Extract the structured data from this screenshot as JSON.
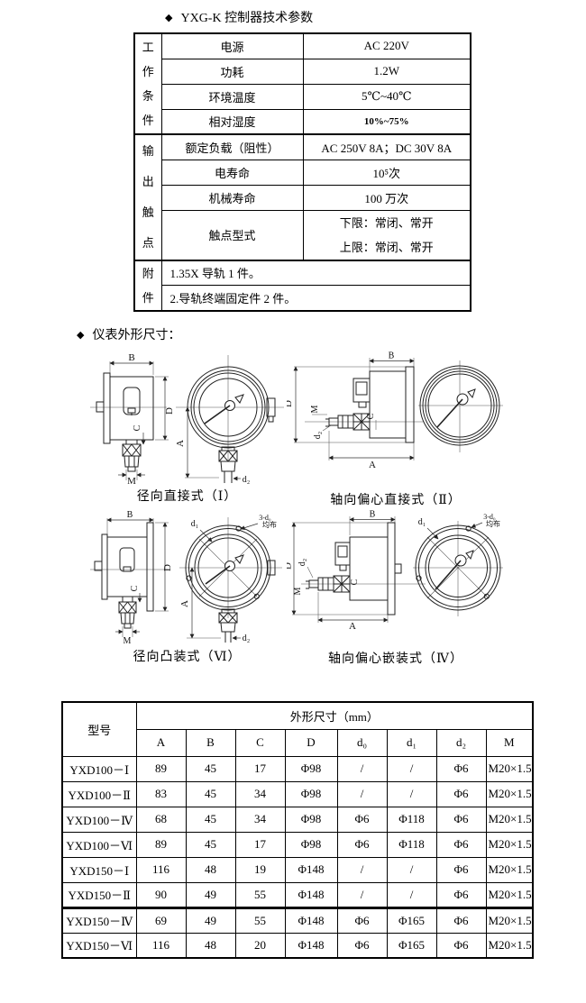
{
  "page": {
    "background": "#ffffff",
    "text_color": "#000000",
    "border_color": "#000000"
  },
  "headings": {
    "bullet": "◆",
    "controller_title": "YXG-K 控制器技术参数",
    "dims_bullet": "◆",
    "dims_title": "仪表外形尺寸："
  },
  "spec_table": {
    "groups": [
      {
        "label": "工作条件"
      },
      {
        "label": "输出触点"
      },
      {
        "label": "附件"
      }
    ],
    "rows": [
      {
        "label": "电源",
        "value": "AC 220V"
      },
      {
        "label": "功耗",
        "value": "1.2W"
      },
      {
        "label": "环境温度",
        "value": "5℃~40℃"
      },
      {
        "label": "相对湿度",
        "value": "10%~75%"
      },
      {
        "label": "额定负载（阻性）",
        "value": "AC 250V 8A；DC 30V 8A"
      },
      {
        "label": "电寿命",
        "value": "10⁵次"
      },
      {
        "label": "机械寿命",
        "value": "100 万次"
      },
      {
        "label": "触点型式",
        "value_line1": "下限：常闭、常开",
        "value_line2": "上限：常闭、常开"
      }
    ],
    "accessories": [
      "1.35X 导轨 1 件。",
      "2.导轨终端固定件 2 件。"
    ]
  },
  "drawings": [
    {
      "caption": "径向直接式（Ⅰ）",
      "labels": {
        "B": "B",
        "D": "D",
        "C": "C",
        "A": "A",
        "M": "M",
        "d2": "d₂"
      }
    },
    {
      "caption": "轴向偏心直接式（Ⅱ）",
      "labels": {
        "B": "B",
        "D": "D",
        "C": "C",
        "A": "A",
        "M": "M",
        "d2": "d₂"
      }
    },
    {
      "caption": "径向凸装式（Ⅵ）",
      "labels": {
        "B": "B",
        "D": "D",
        "C": "C",
        "A": "A",
        "M": "M",
        "d2": "d₂",
        "d1": "d₁",
        "d0_note": "3-d₀",
        "d0_note2": "均布"
      }
    },
    {
      "caption": "轴向偏心嵌装式（Ⅳ）",
      "labels": {
        "B": "B",
        "D": "D",
        "C": "C",
        "A": "A",
        "M": "M",
        "d2": "d₂",
        "d1": "d₁",
        "d0_note": "3-d₀",
        "d0_note2": "均布"
      }
    }
  ],
  "dims_table": {
    "model_header": "型号",
    "group_header": "外形尺寸（mm）",
    "columns": [
      "A",
      "B",
      "C",
      "D",
      "d₀",
      "d₁",
      "d₂",
      "M"
    ],
    "rows": [
      {
        "model": "YXD100－Ⅰ",
        "values": [
          "89",
          "45",
          "17",
          "Φ98",
          "/",
          "/",
          "Φ6",
          "M20×1.5"
        ]
      },
      {
        "model": "YXD100－Ⅱ",
        "values": [
          "83",
          "45",
          "34",
          "Φ98",
          "/",
          "/",
          "Φ6",
          "M20×1.5"
        ]
      },
      {
        "model": "YXD100－Ⅳ",
        "values": [
          "68",
          "45",
          "34",
          "Φ98",
          "Φ6",
          "Φ118",
          "Φ6",
          "M20×1.5"
        ]
      },
      {
        "model": "YXD100－Ⅵ",
        "values": [
          "89",
          "45",
          "17",
          "Φ98",
          "Φ6",
          "Φ118",
          "Φ6",
          "M20×1.5"
        ]
      },
      {
        "model": "YXD150－Ⅰ",
        "values": [
          "116",
          "48",
          "19",
          "Φ148",
          "/",
          "/",
          "Φ6",
          "M20×1.5"
        ]
      },
      {
        "model": "YXD150－Ⅱ",
        "values": [
          "90",
          "49",
          "55",
          "Φ148",
          "/",
          "/",
          "Φ6",
          "M20×1.5"
        ]
      },
      {
        "model": "YXD150－Ⅳ",
        "values": [
          "69",
          "49",
          "55",
          "Φ148",
          "Φ6",
          "Φ165",
          "Φ6",
          "M20×1.5"
        ]
      },
      {
        "model": "YXD150－Ⅵ",
        "values": [
          "116",
          "48",
          "20",
          "Φ148",
          "Φ6",
          "Φ165",
          "Φ6",
          "M20×1.5"
        ]
      }
    ]
  }
}
